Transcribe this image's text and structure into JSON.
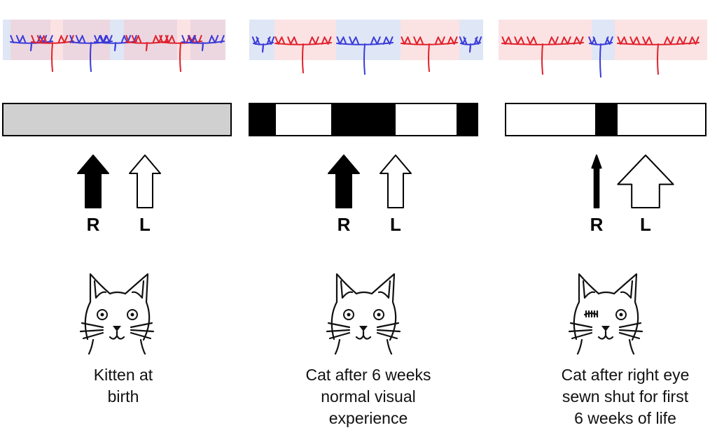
{
  "colors": {
    "right_eye": "#e0202a",
    "left_eye": "#3a3ad8",
    "right_shade": "#fbe3e4",
    "left_shade": "#dfe6f6",
    "mixed_shade": "#ecd7e1",
    "neutral_strip": "#d0d0d0",
    "dark": "#000000"
  },
  "panels": [
    {
      "id": "birth",
      "eye_labels": {
        "right": "R",
        "left": "L"
      },
      "right_arrow_strength": 1.0,
      "left_arrow_strength": 1.0,
      "right_eye_sewn": false,
      "caption": [
        "Kitten at",
        "birth"
      ]
    },
    {
      "id": "normal",
      "eye_labels": {
        "right": "R",
        "left": "L"
      },
      "right_arrow_strength": 1.0,
      "left_arrow_strength": 1.0,
      "right_eye_sewn": false,
      "caption": [
        "Cat after 6 weeks",
        "normal visual",
        "experience"
      ]
    },
    {
      "id": "deprived",
      "eye_labels": {
        "right": "R",
        "left": "L"
      },
      "right_arrow_strength": 0.3,
      "left_arrow_strength": 1.8,
      "right_eye_sewn": true,
      "caption": [
        "Cat after right eye",
        "sewn shut for first",
        "6 weeks of life"
      ]
    }
  ]
}
